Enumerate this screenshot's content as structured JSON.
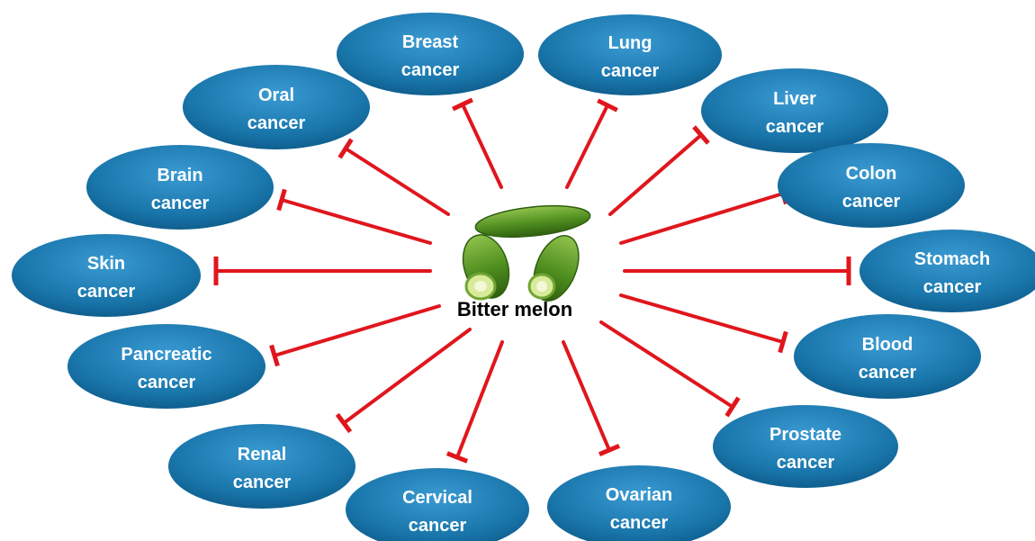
{
  "center": {
    "label": "Bitter melon",
    "image": "bitter-melon-illustration"
  },
  "relation": "inhibits",
  "colors": {
    "node_fill": "#1a77ac",
    "node_fill_light": "#3a9ad2",
    "node_fill_dark": "#0f5f8f",
    "node_text": "#ffffff",
    "inhibitor_line": "#e0161d",
    "melon_green": "#4f8e1f"
  },
  "nodes": [
    {
      "id": "breast",
      "line1": "Breast",
      "line2": "cancer"
    },
    {
      "id": "lung",
      "line1": "Lung",
      "line2": "cancer"
    },
    {
      "id": "liver",
      "line1": "Liver",
      "line2": "cancer"
    },
    {
      "id": "colon",
      "line1": "Colon",
      "line2": "cancer"
    },
    {
      "id": "stomach",
      "line1": "Stomach",
      "line2": "cancer"
    },
    {
      "id": "blood",
      "line1": "Blood",
      "line2": "cancer"
    },
    {
      "id": "prostate",
      "line1": "Prostate",
      "line2": "cancer"
    },
    {
      "id": "ovarian",
      "line1": "Ovarian",
      "line2": "cancer"
    },
    {
      "id": "cervical",
      "line1": "Cervical",
      "line2": "cancer"
    },
    {
      "id": "renal",
      "line1": "Renal",
      "line2": "cancer"
    },
    {
      "id": "pancreatic",
      "line1": "Pancreatic",
      "line2": "cancer"
    },
    {
      "id": "skin",
      "line1": "Skin",
      "line2": "cancer"
    },
    {
      "id": "brain",
      "line1": "Brain",
      "line2": "cancer"
    },
    {
      "id": "oral",
      "line1": "Oral",
      "line2": "cancer"
    }
  ]
}
